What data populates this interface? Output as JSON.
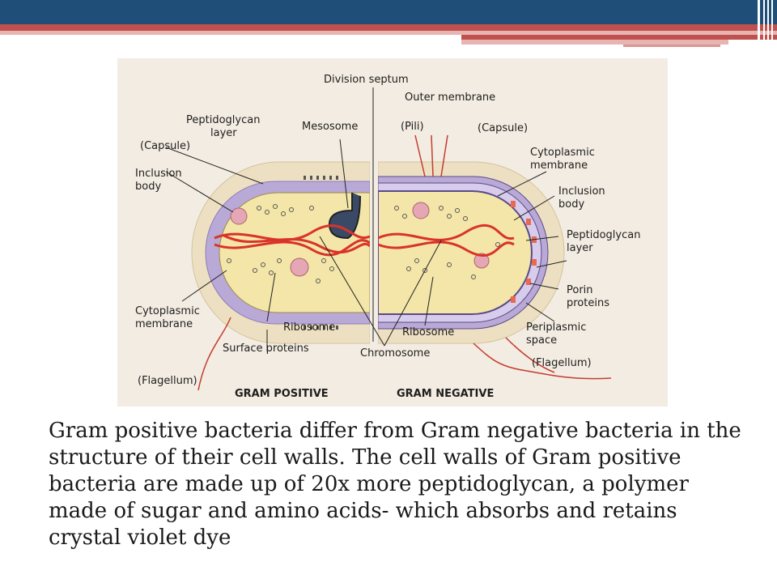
{
  "colors": {
    "header_blue": "#1f4e79",
    "header_red": "#c0504d",
    "figure_bg": "#f3ece2",
    "capsule": "#ede0c2",
    "peptidoglycan": "#b9a9d6",
    "cytoplasm": "#f3e6a8",
    "chromosome": "#d9332a"
  },
  "diagram": {
    "labels": {
      "division_septum": "Division septum",
      "outer_membrane": "Outer membrane",
      "peptidoglycan_layer_left": [
        "Peptidoglycan",
        "layer"
      ],
      "mesosome": "Mesosome",
      "pili": "(Pili)",
      "capsule_right": "(Capsule)",
      "capsule_left": "(Capsule)",
      "cytoplasmic_membrane_right": [
        "Cytoplasmic",
        "membrane"
      ],
      "inclusion_body_left": [
        "Inclusion",
        "body"
      ],
      "inclusion_body_right": [
        "Inclusion",
        "body"
      ],
      "peptidoglycan_layer_right": [
        "Peptidoglycan",
        "layer"
      ],
      "porin_proteins": [
        "Porin",
        "proteins"
      ],
      "cytoplasmic_membrane_left": [
        "Cytoplasmic",
        "membrane"
      ],
      "ribosome_left": "Ribosome",
      "ribosome_right": "Ribosome",
      "periplasmic_space": [
        "Periplasmic",
        "space"
      ],
      "surface_proteins": "Surface proteins",
      "chromosome": "Chromosome",
      "flagellum_right": "(Flagellum)",
      "flagellum_left": "(Flagellum)",
      "gram_positive": "GRAM POSITIVE",
      "gram_negative": "GRAM NEGATIVE"
    }
  },
  "caption": "Gram positive bacteria differ from Gram negative bacteria in the structure of their cell walls. The cell walls of Gram positive bacteria are made up of 20x more peptidoglycan, a polymer made of sugar and amino acids- which absorbs and retains crystal violet dye"
}
